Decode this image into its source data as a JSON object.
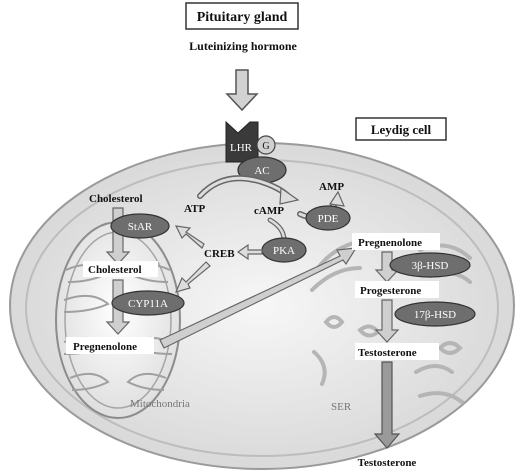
{
  "labels": {
    "pituitary_gland": "Pituitary gland",
    "luteinizing_hormone": "Luteinizing hormone",
    "leydig_cell": "Leydig cell",
    "lhr": "LHR",
    "g": "G",
    "ac": "AC",
    "atp": "ATP",
    "camp": "cAMP",
    "amp": "AMP",
    "pde": "PDE",
    "creb": "CREB",
    "pka": "PKA",
    "cholesterol_outer": "Cholesterol",
    "star": "StAR",
    "cholesterol_inner": "Cholesterol",
    "cyp11a": "CYP11A",
    "pregnenolone_mito": "Pregnenolone",
    "mitochondria": "Mitochondria",
    "pregnenolone_ser": "Pregnenolone",
    "hsd3b": "3β-HSD",
    "progesterone": "Progesterone",
    "hsd17b": "17β-HSD",
    "testosterone_inner": "Testosterone",
    "ser": "SER",
    "testosterone_out": "Testosterone"
  },
  "colors": {
    "enzyme_fill": "#6e6e6e",
    "arrow_fill": "#c8c8c8",
    "receptor_fill": "#3a3a3a",
    "cell_fill": "#e6e6e6",
    "membrane": "#9a9a9a",
    "organelle_fill": "#f3f3f3"
  }
}
